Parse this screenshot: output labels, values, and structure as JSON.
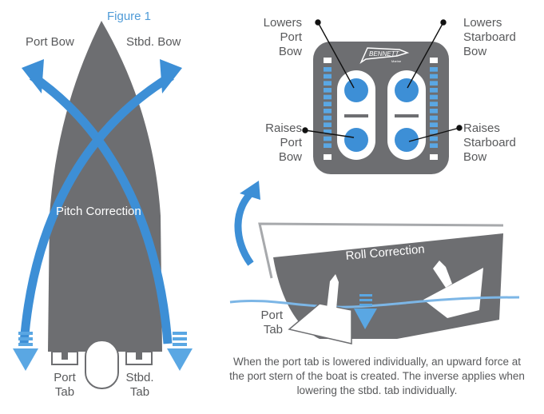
{
  "figure_title": "Figure 1",
  "colors": {
    "hull_gray": "#6d6e71",
    "arrow_blue": "#3d8fd6",
    "light_blue": "#5aa7e3",
    "text_gray": "#58595b",
    "water_blue": "#7cb6e6"
  },
  "pitch_diagram": {
    "port_bow_label": "Port Bow",
    "stbd_bow_label": "Stbd. Bow",
    "center_label": "Pitch Correction",
    "port_tab_label": [
      "Port",
      "Tab"
    ],
    "stbd_tab_label": [
      "Stbd.",
      "Tab"
    ]
  },
  "control_panel": {
    "brand": "BENNETT",
    "brand_sub": "Marine",
    "labels": {
      "lowers_port_bow": [
        "Lowers",
        "Port",
        "Bow"
      ],
      "lowers_starboard_bow": [
        "Lowers",
        "Starboard",
        "Bow"
      ],
      "raises_port_bow": [
        "Raises",
        "Port",
        "Bow"
      ],
      "raises_starboard_bow": [
        "Raises",
        "Starboard",
        "Bow"
      ]
    },
    "indicator_segments_per_side": 12
  },
  "roll_diagram": {
    "center_label": "Roll Correction",
    "port_tab_label": [
      "Port",
      "Tab"
    ]
  },
  "caption": "When the port tab is lowered individually, an upward force at the port stern of the boat is created. The inverse applies when lowering the stbd. tab individually."
}
